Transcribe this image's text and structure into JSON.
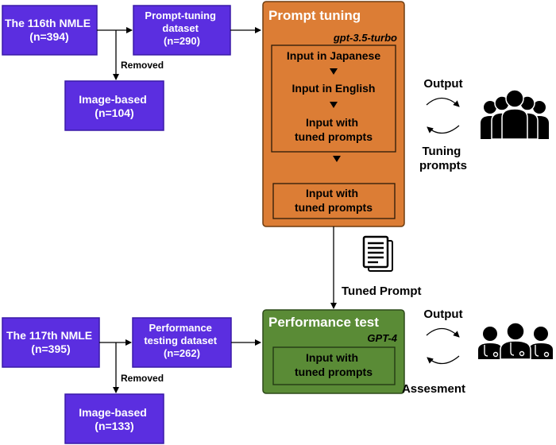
{
  "colors": {
    "box_fill": "#5b2ee0",
    "box_stroke": "#3a1aa8",
    "tuning_fill": "#dc7d35",
    "tuning_stroke": "#6e3d10",
    "test_fill": "#5a8b36",
    "test_stroke": "#2d4a1a",
    "inner_stroke": "#2a1a08",
    "text_light": "#ffffff",
    "text_dark": "#000000"
  },
  "top": {
    "nmle": [
      "The 116th NMLE",
      "(n=394)"
    ],
    "dataset": [
      "Prompt-tuning",
      "dataset",
      "(n=290)"
    ],
    "removed": "Removed",
    "image": [
      "Image-based",
      "(n=104)"
    ]
  },
  "tuning": {
    "title": "Prompt tuning",
    "model": "gpt-3.5-turbo",
    "step1": "Input in Japanese",
    "step2": "Input in English",
    "step3": [
      "Input with",
      "tuned prompts"
    ],
    "final": [
      "Input with",
      "tuned prompts"
    ],
    "output": "Output",
    "feedback": [
      "Tuning",
      "prompts"
    ]
  },
  "middle": {
    "tuned_prompt": "Tuned Prompt"
  },
  "bottom": {
    "nmle": [
      "The 117th NMLE",
      "(n=395)"
    ],
    "dataset": [
      "Performance",
      "testing dataset",
      "(n=262)"
    ],
    "removed": "Removed",
    "image": [
      "Image-based",
      "(n=133)"
    ]
  },
  "test": {
    "title": "Performance test",
    "model": "GPT-4",
    "input": [
      "Input with",
      "tuned prompts"
    ],
    "output": "Output",
    "feedback": "Assesment"
  },
  "icons": {
    "top_group": "people-group-icon",
    "document": "document-icon",
    "bottom_group": "doctors-group-icon"
  }
}
